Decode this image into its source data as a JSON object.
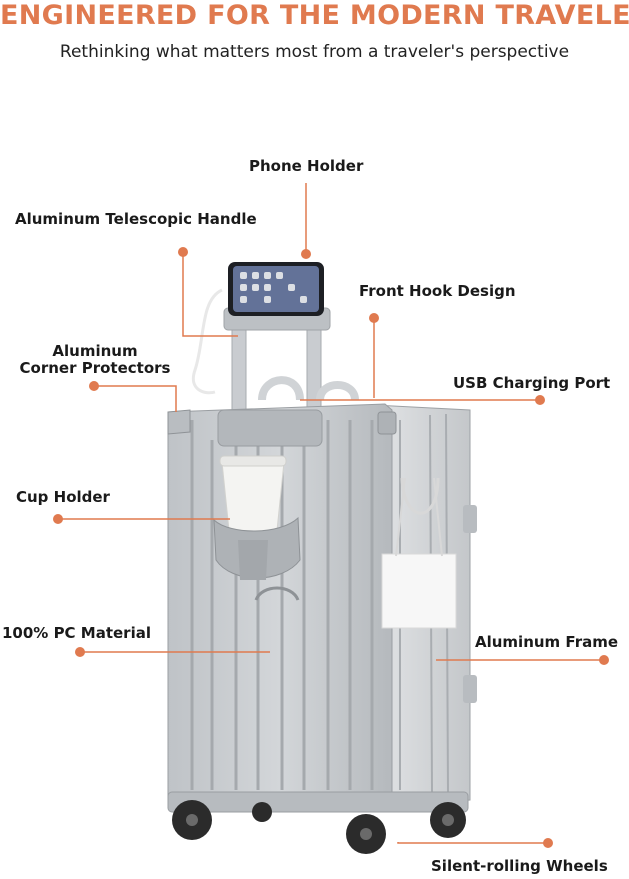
{
  "header": {
    "title": "ENGINEERED FOR THE MODERN TRAVELER",
    "subtitle": "Rethinking what matters most from a traveler's perspective"
  },
  "colors": {
    "accent": "#E07A4F",
    "shell": "#C8CBCE",
    "shell_dark": "#A9ADB1",
    "wheel": "#2B2B2B",
    "text": "#1A1A1A"
  },
  "callouts": {
    "phone_holder": "Phone Holder",
    "telescopic_handle": "Aluminum Telescopic Handle",
    "front_hook": "Front Hook Design",
    "corner_protectors_line1": "Aluminum",
    "corner_protectors_line2": "Corner Protectors",
    "usb_port": "USB Charging Port",
    "cup_holder": "Cup Holder",
    "pc_material": "100% PC Material",
    "aluminum_frame": "Aluminum Frame",
    "wheels": "Silent-rolling Wheels"
  }
}
